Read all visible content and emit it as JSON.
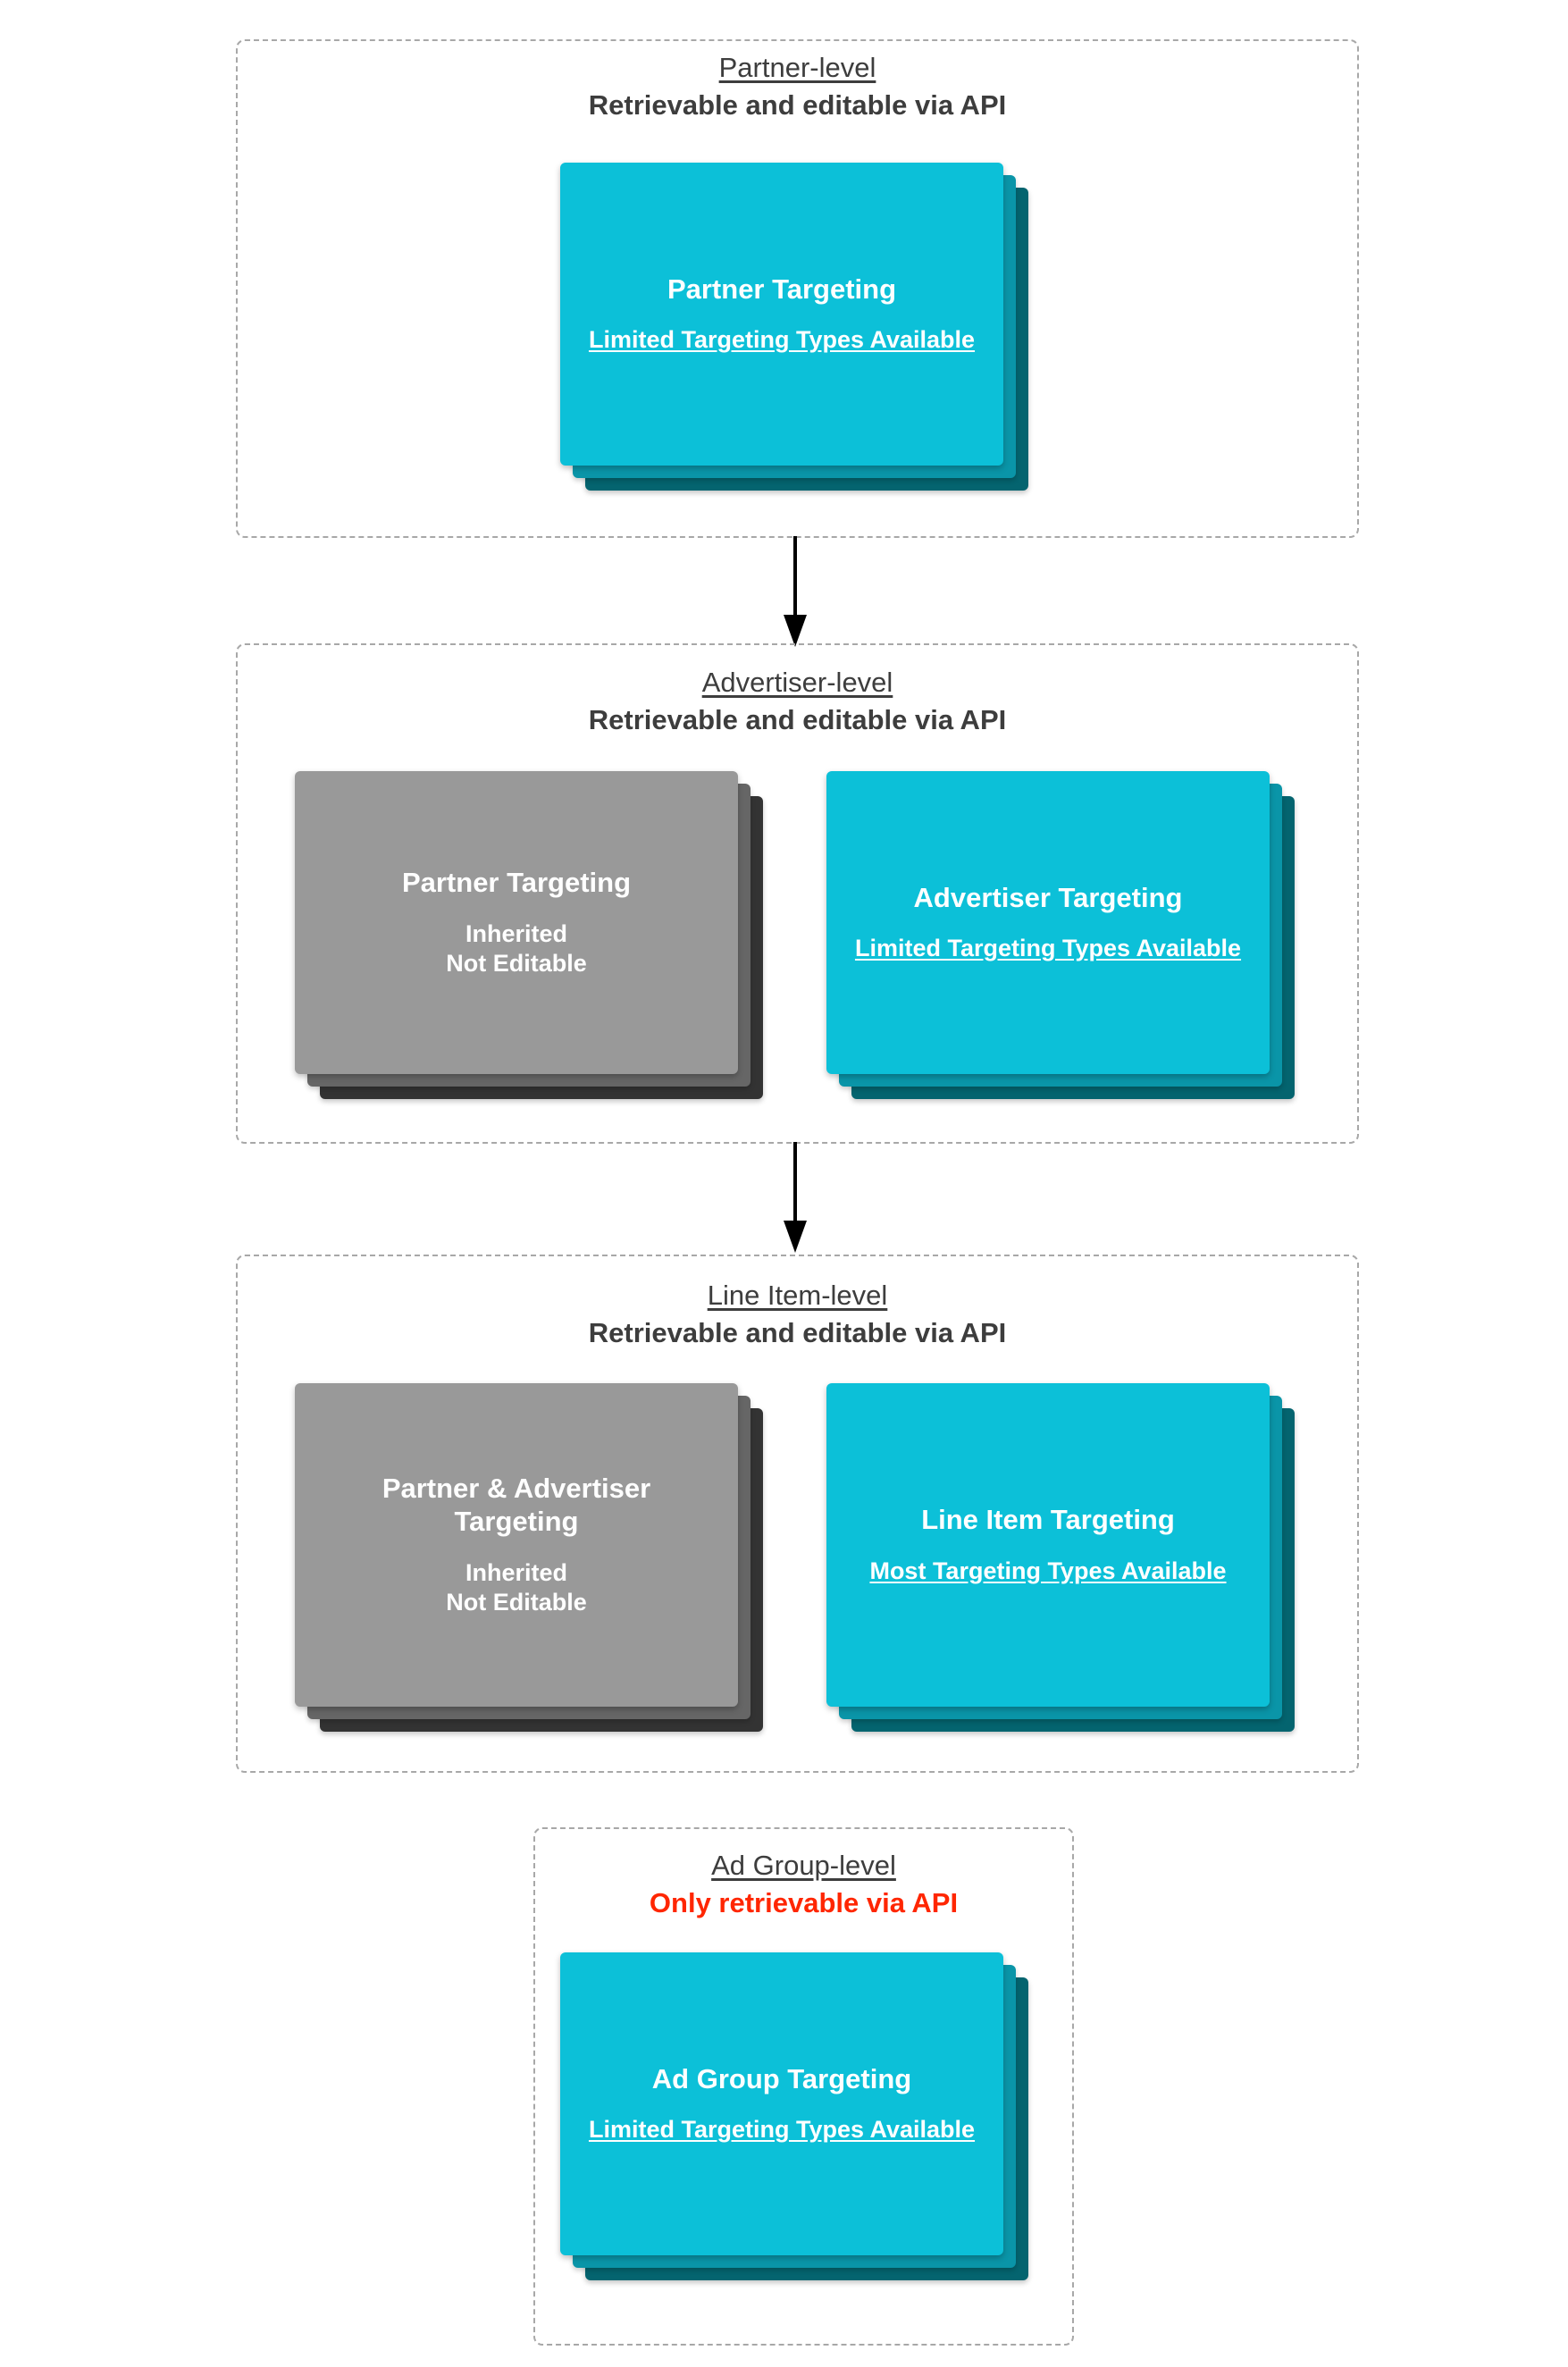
{
  "theme": {
    "card_front_cyan": "#0cc0d8",
    "card_mid_cyan": "#0a95a8",
    "card_back_cyan": "#04646f",
    "card_front_gray": "#999999",
    "card_mid_gray": "#666666",
    "card_back_gray": "#333333",
    "text_dark": "#3d3d3d",
    "danger_red": "#ff2600",
    "dashed_border": "#a8a8a8",
    "background": "#ffffff"
  },
  "levels": [
    {
      "title": "Partner-level",
      "subtitle": "Retrievable and editable via API",
      "subtitle_style": "normal",
      "cards": [
        {
          "title": "Partner Targeting",
          "note": "Limited Targeting Types Available",
          "note_underlined": true,
          "color": "cyan"
        }
      ]
    },
    {
      "title": "Advertiser-level",
      "subtitle": "Retrievable and editable via API",
      "subtitle_style": "normal",
      "cards": [
        {
          "title": "Partner Targeting",
          "note": "Inherited\nNot Editable",
          "note_underlined": false,
          "color": "gray"
        },
        {
          "title": "Advertiser Targeting",
          "note": "Limited Targeting Types Available",
          "note_underlined": true,
          "color": "cyan"
        }
      ]
    },
    {
      "title": "Line Item-level",
      "subtitle": "Retrievable and editable via API",
      "subtitle_style": "normal",
      "cards": [
        {
          "title": "Partner & Advertiser Targeting",
          "note": "Inherited\nNot Editable",
          "note_underlined": false,
          "color": "gray"
        },
        {
          "title": "Line Item Targeting",
          "note": "Most Targeting Types Available",
          "note_underlined": true,
          "color": "cyan"
        }
      ]
    },
    {
      "title": "Ad Group-level",
      "subtitle": "Only retrievable via API",
      "subtitle_style": "danger",
      "cards": [
        {
          "title": "Ad Group Targeting",
          "note": "Limited Targeting Types Available",
          "note_underlined": true,
          "color": "cyan"
        }
      ]
    }
  ],
  "connectors": [
    {
      "from": "Partner-level",
      "to": "Advertiser-level"
    },
    {
      "from": "Advertiser-level",
      "to": "Line Item-level"
    }
  ]
}
